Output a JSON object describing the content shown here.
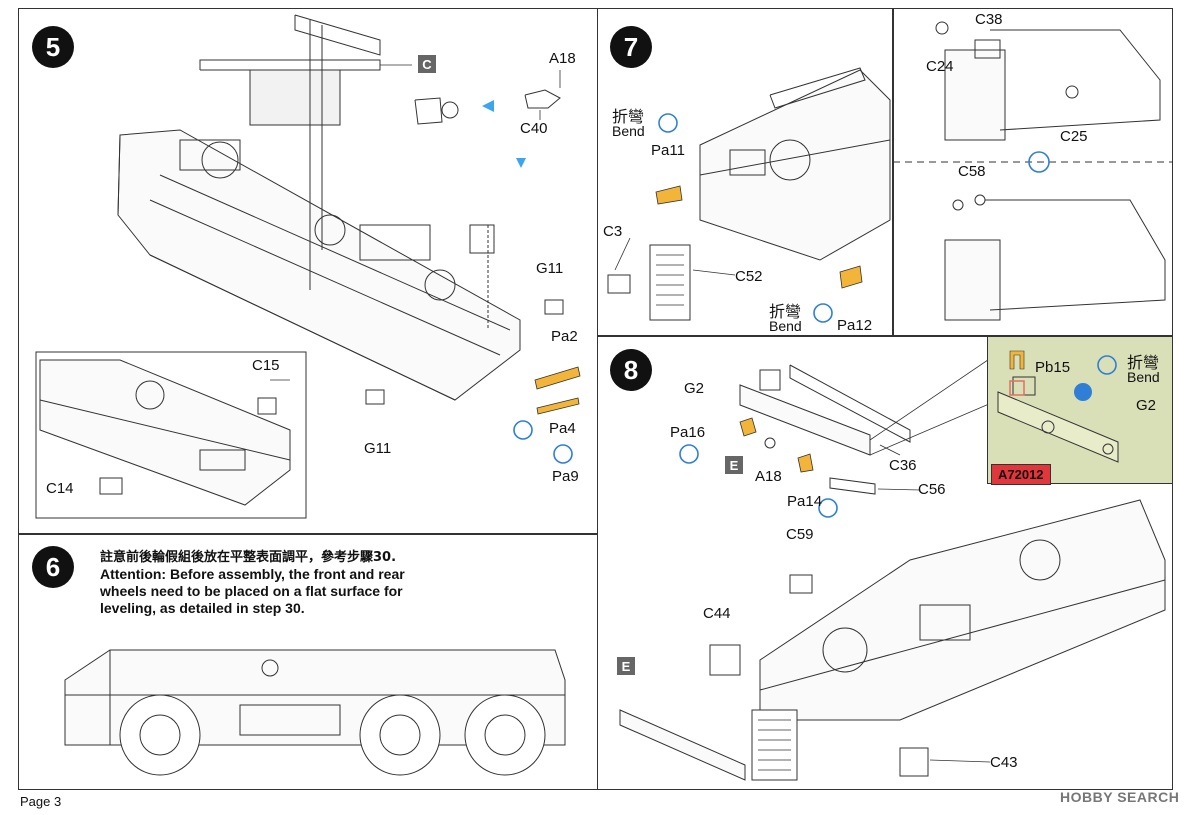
{
  "steps": {
    "s5": {
      "number": "5"
    },
    "s6": {
      "number": "6"
    },
    "s7": {
      "number": "7"
    },
    "s8": {
      "number": "8"
    }
  },
  "step5": {
    "badge_c": "C",
    "parts": {
      "a18": "A18",
      "c40": "C40",
      "g11_top": "G11",
      "pa2": "Pa2",
      "pa4": "Pa4",
      "pa9": "Pa9",
      "g11_bottom": "G11",
      "c15": "C15",
      "c14": "C14"
    }
  },
  "step6": {
    "note_cn": "註意前後輪假組後放在平整表面調平，參考步驟30.",
    "note_en_1": "Attention: Before assembly, the front and rear",
    "note_en_2": "wheels need to be placed on a flat surface for",
    "note_en_3": "leveling, as detailed in step 30."
  },
  "step7": {
    "bend_cn_1": "折彎",
    "bend_en_1": "Bend",
    "bend_cn_2": "折彎",
    "bend_en_2": "Bend",
    "parts": {
      "pa11": "Pa11",
      "c3": "C3",
      "c52": "C52",
      "pa12": "Pa12",
      "c38": "C38",
      "c24": "C24",
      "c25": "C25",
      "c58": "C58"
    }
  },
  "step8": {
    "badge_e1": "E",
    "badge_e2": "E",
    "parts": {
      "g2": "G2",
      "pa16": "Pa16",
      "a18": "A18",
      "pa14": "Pa14",
      "c36": "C36",
      "c56": "C56",
      "c59": "C59",
      "c44": "C44",
      "c43": "C43"
    },
    "inset": {
      "pb15": "Pb15",
      "bend_cn": "折彎",
      "bend_en": "Bend",
      "g2": "G2",
      "tag": "A72012"
    }
  },
  "footer": {
    "page": "Page 3",
    "watermark": "HOBBY SEARCH"
  },
  "colors": {
    "photoetch": "#f2b53a",
    "info_icon": "#2f7fd6",
    "arrow": "#3da4f0",
    "ref_bg": "#d9dfb6",
    "ref_tag": "#e0363c",
    "badge": "#666666"
  }
}
